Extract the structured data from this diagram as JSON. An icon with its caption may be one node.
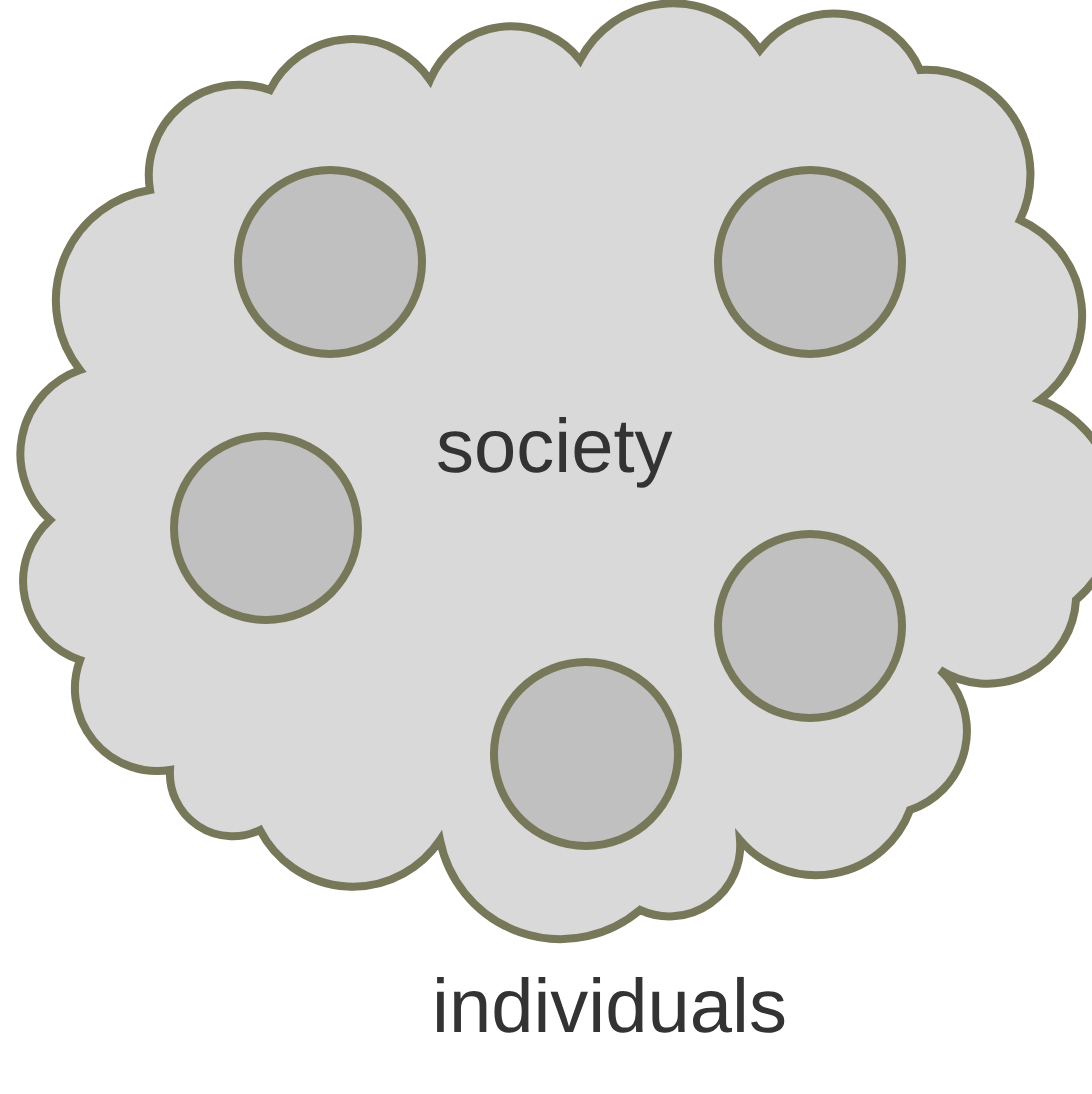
{
  "diagram": {
    "nodes": [
      {
        "text": [
          "society"
        ]
      },
      {
        "text": [],
        "shape": "circle",
        "in": 0
      },
      {
        "text": [],
        "shape": "circle",
        "in": 0
      },
      {
        "text": [],
        "shape": "circle",
        "in": 0
      },
      {
        "text": [],
        "shape": "circle",
        "in": 0
      },
      {
        "text": [],
        "shape": "circle",
        "in": 0
      }
    ],
    "labels": [
      "individuals"
    ]
  }
}
